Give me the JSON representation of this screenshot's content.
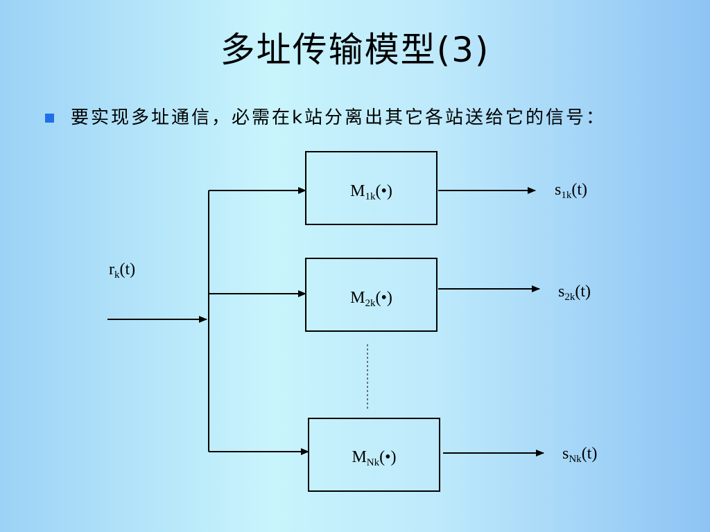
{
  "slide": {
    "title": "多址传输模型(3)",
    "bullet": "要实现多址通信，必需在k站分离出其它各站送给它的信号："
  },
  "diagram": {
    "input": {
      "base": "r",
      "sub": "k",
      "arg": "(t)"
    },
    "modules": [
      {
        "base": "M",
        "sub": "1k",
        "arg": "(•)"
      },
      {
        "base": "M",
        "sub": "2k",
        "arg": "(•)"
      },
      {
        "base": "M",
        "sub": "Nk",
        "arg": "(•)"
      }
    ],
    "outputs": [
      {
        "base": "s",
        "sub": "1k",
        "arg": "(t)"
      },
      {
        "base": "s",
        "sub": "2k",
        "arg": "(t)"
      },
      {
        "base": "s",
        "sub": "Nk",
        "arg": "(t)"
      }
    ]
  },
  "colors": {
    "bullet": "#1f6fe8",
    "lines": "#000000"
  }
}
